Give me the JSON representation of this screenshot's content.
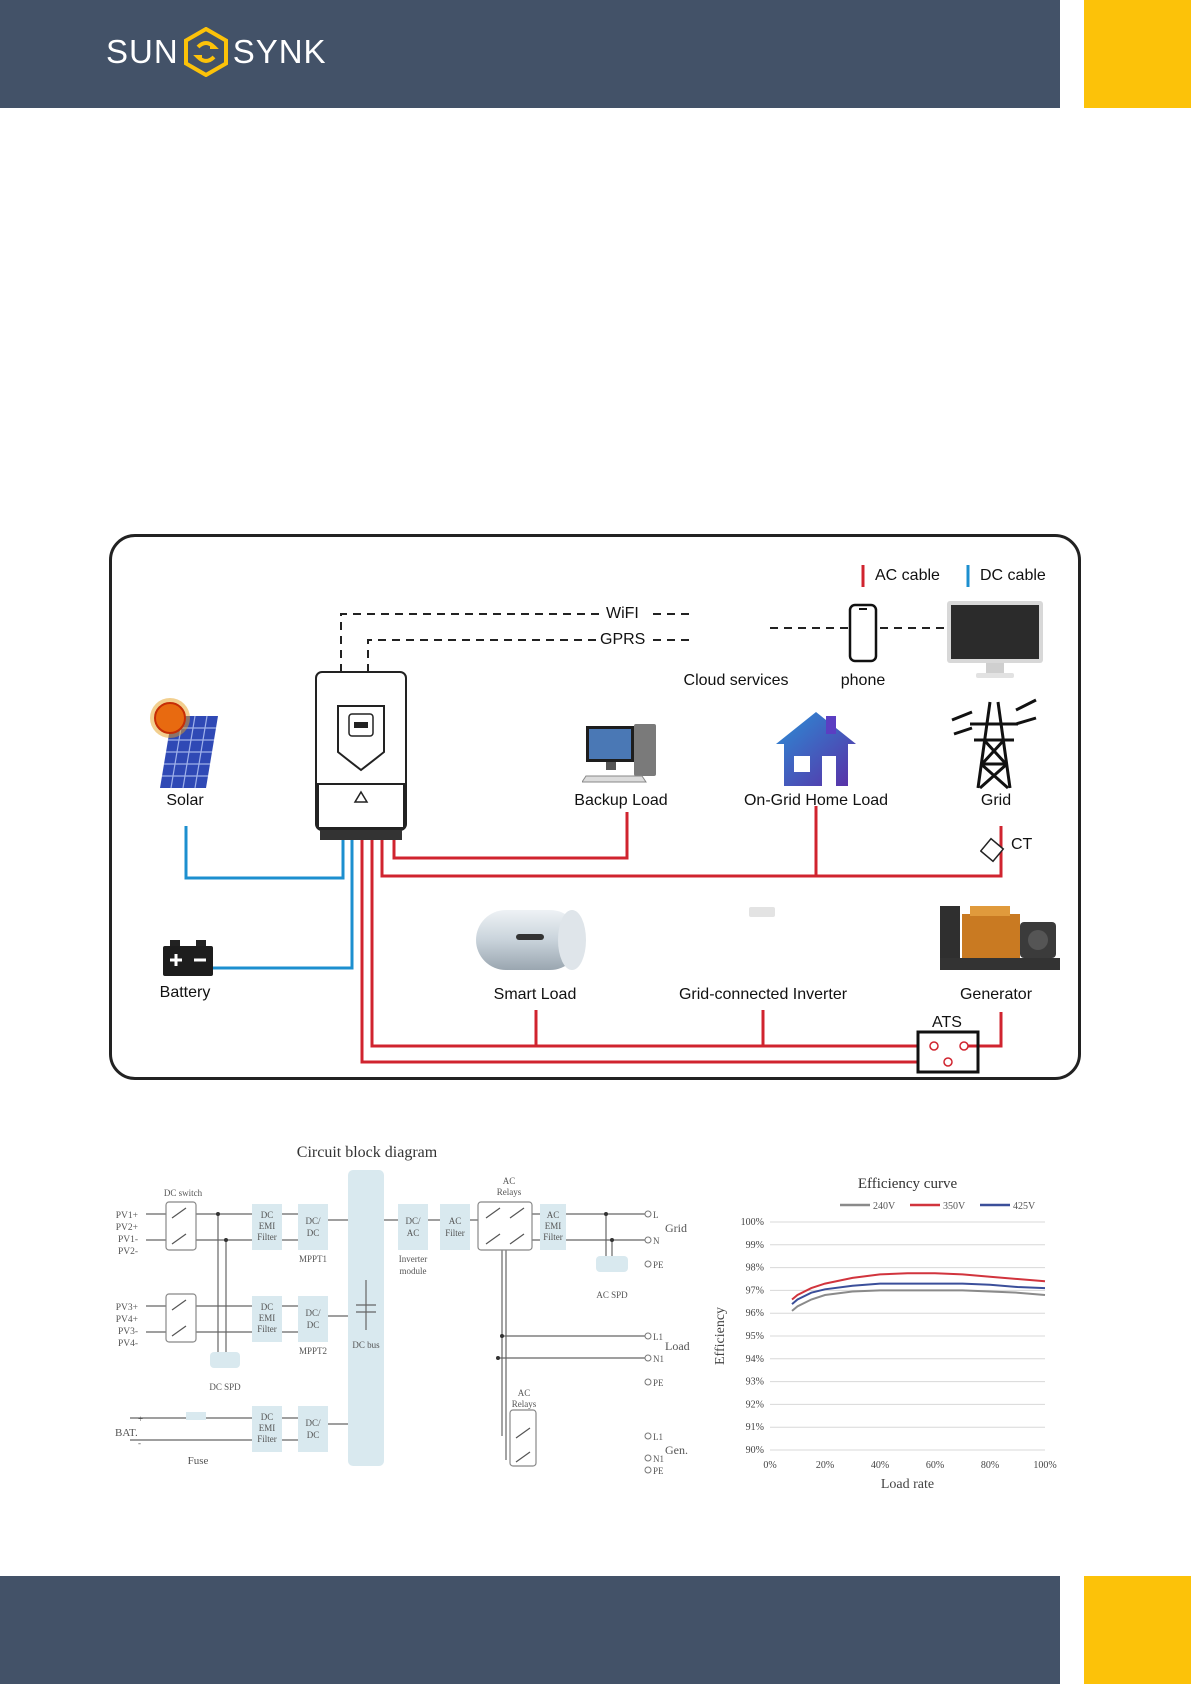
{
  "brand": {
    "left": "SUN",
    "right": "SYNK"
  },
  "colors": {
    "header": "#435268",
    "accent": "#fcc209",
    "ac_cable": "#d0242f",
    "dc_cable": "#1d8fcf"
  },
  "system_diagram": {
    "legend": {
      "ac": "AC cable",
      "dc": "DC cable"
    },
    "comm": {
      "wifi": "WiFI",
      "gprs": "GPRS"
    },
    "labels": {
      "cloud": "Cloud services",
      "phone": "phone",
      "solar": "Solar",
      "backup": "Backup Load",
      "ongrid": "On-Grid Home Load",
      "grid": "Grid",
      "ct": "CT",
      "battery": "Battery",
      "smart": "Smart Load",
      "gci": "Grid-connected Inverter",
      "generator": "Generator",
      "ats": "ATS"
    },
    "icons": [
      "sun-icon",
      "solar-panel-icon",
      "inverter-icon",
      "desktop-computer-icon",
      "house-icon",
      "pylon-icon",
      "phone-icon",
      "monitor-icon",
      "battery-icon",
      "water-heater-icon",
      "generator-icon",
      "ct-clamp-icon"
    ]
  },
  "block_diagram": {
    "title": "Circuit block diagram",
    "dc_switch": "DC switch",
    "pv_group1": [
      "PV1+",
      "PV2+",
      "PV1-",
      "PV2-"
    ],
    "pv_group2": [
      "PV3+",
      "PV4+",
      "PV3-",
      "PV4-"
    ],
    "bat": "BAT.",
    "plus": "+",
    "minus": "-",
    "dc_emi": [
      "DC",
      "EMI",
      "Filter"
    ],
    "dcdc": [
      "DC/",
      "DC"
    ],
    "mppt1": "MPPT1",
    "mppt2": "MPPT2",
    "dc_spd": "DC SPD",
    "fuse": "Fuse",
    "dc_bus": "DC bus",
    "dcac": [
      "DC/",
      "AC"
    ],
    "inverter_module": [
      "Inverter",
      "module"
    ],
    "ac_filter": [
      "AC",
      "Filter"
    ],
    "ac_relays": [
      "AC",
      "Relays"
    ],
    "ac_emi": [
      "AC",
      "EMI",
      "Filter"
    ],
    "ac_spd": "AC SPD",
    "grid": "Grid",
    "load": "Load",
    "gen": "Gen.",
    "grid_terms": [
      "L",
      "N",
      "PE"
    ],
    "load_terms": [
      "L1",
      "N1",
      "PE"
    ],
    "gen_terms": [
      "L1",
      "N1",
      "PE"
    ]
  },
  "chart_data": {
    "type": "line",
    "title": "Efficiency curve",
    "xlabel": "Load rate",
    "ylabel": "Efficiency",
    "x_ticks": [
      "0%",
      "20%",
      "40%",
      "60%",
      "80%",
      "100%"
    ],
    "y_ticks": [
      "90%",
      "91%",
      "92%",
      "93%",
      "94%",
      "95%",
      "96%",
      "97%",
      "98%",
      "99%",
      "100%"
    ],
    "xlim": [
      0,
      100
    ],
    "ylim": [
      90,
      100
    ],
    "grid": true,
    "legend_position": "top-right",
    "x": [
      8,
      10,
      15,
      20,
      30,
      40,
      50,
      60,
      70,
      80,
      90,
      100
    ],
    "series": [
      {
        "name": "240V",
        "color": "#8a8a8a",
        "values": [
          96.1,
          96.3,
          96.6,
          96.8,
          96.95,
          97.0,
          97.0,
          97.0,
          97.0,
          96.95,
          96.9,
          96.8
        ]
      },
      {
        "name": "350V",
        "color": "#d1343d",
        "values": [
          96.6,
          96.8,
          97.1,
          97.3,
          97.55,
          97.7,
          97.75,
          97.75,
          97.7,
          97.6,
          97.5,
          97.4
        ]
      },
      {
        "name": "425V",
        "color": "#3b4f9a",
        "values": [
          96.4,
          96.6,
          96.9,
          97.05,
          97.2,
          97.3,
          97.3,
          97.3,
          97.3,
          97.25,
          97.15,
          97.1
        ]
      }
    ]
  }
}
